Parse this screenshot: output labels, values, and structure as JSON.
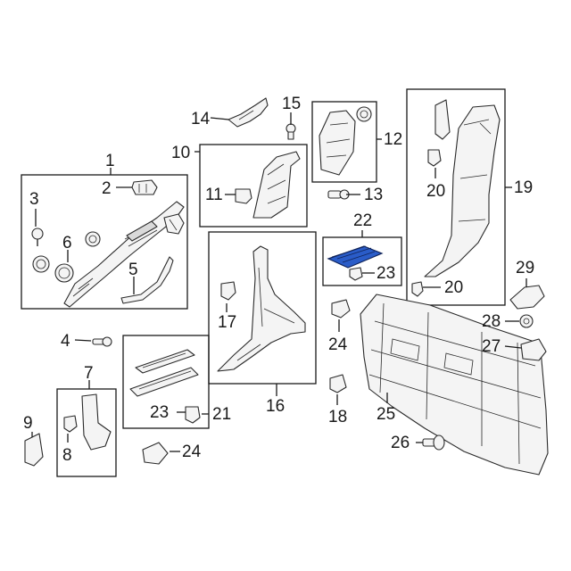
{
  "callouts": {
    "c1": "1",
    "c2": "2",
    "c3": "3",
    "c4": "4",
    "c5": "5",
    "c6": "6",
    "c7": "7",
    "c8": "8",
    "c9": "9",
    "c10": "10",
    "c11": "11",
    "c12": "12",
    "c13": "13",
    "c14": "14",
    "c15": "15",
    "c16": "16",
    "c17": "17",
    "c18": "18",
    "c19": "19",
    "c20a": "20",
    "c20b": "20",
    "c21": "21",
    "c22": "22",
    "c23a": "23",
    "c23b": "23",
    "c24a": "24",
    "c24b": "24",
    "c25": "25",
    "c26": "26",
    "c27": "27",
    "c28": "28",
    "c29": "29"
  },
  "colors": {
    "highlight": "#2a5cc8",
    "line": "#1a1a1a"
  },
  "highlighted_part": "22"
}
